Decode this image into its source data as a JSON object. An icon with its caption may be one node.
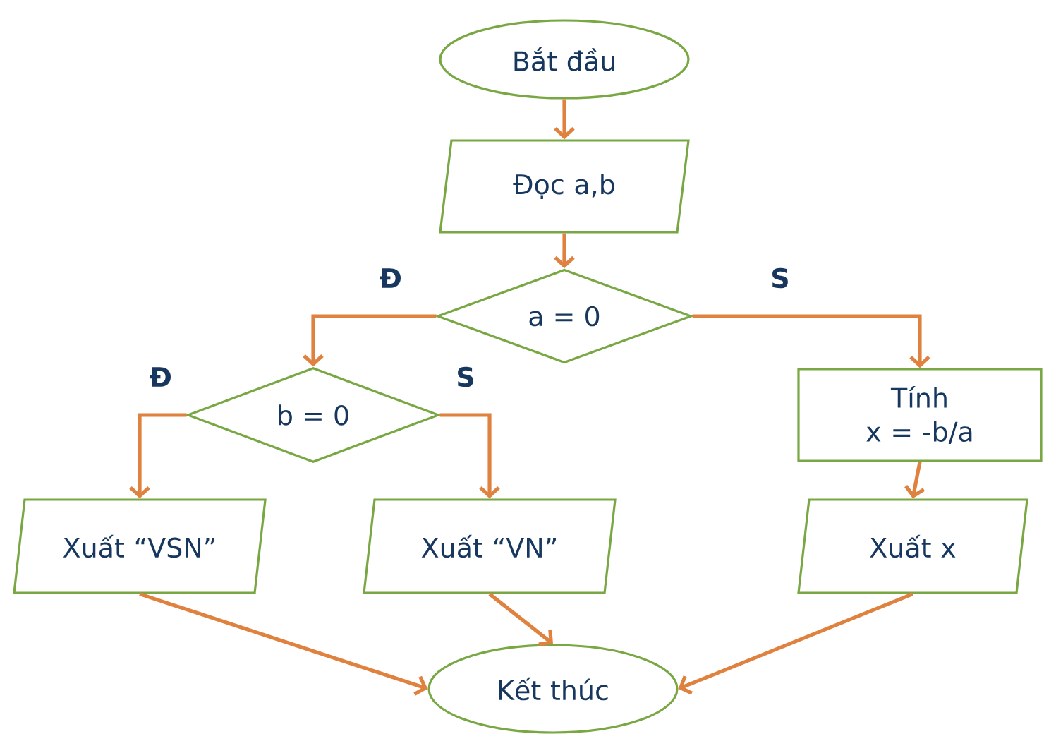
{
  "diagram": {
    "nodes": [
      {
        "text": [
          "Bắt đầu"
        ]
      },
      {
        "text": [
          "Đọc a,b"
        ]
      },
      {
        "text": [
          "a = 0"
        ]
      },
      {
        "text": [
          "b = 0"
        ]
      },
      {
        "text": [
          "Tính x = -b/a"
        ]
      },
      {
        "text": [
          "Xuất “VSN”"
        ]
      },
      {
        "text": [
          "Xuất “VN”"
        ]
      },
      {
        "text": [
          "Xuất x"
        ]
      },
      {
        "text": [
          "Kết thúc"
        ]
      }
    ],
    "edges": [
      {
        "from": 0,
        "to": 1,
        "arrow": "to"
      },
      {
        "from": 1,
        "to": 2,
        "arrow": "to"
      },
      {
        "from": 2,
        "to": 3,
        "arrow": "to",
        "label": "Đ"
      },
      {
        "from": 2,
        "to": 4,
        "arrow": "to",
        "label": "S"
      },
      {
        "from": 3,
        "to": 5,
        "arrow": "to",
        "label": "Đ"
      },
      {
        "from": 3,
        "to": 6,
        "arrow": "to",
        "label": "S"
      },
      {
        "from": 4,
        "to": 7,
        "arrow": "to"
      },
      {
        "from": 5,
        "to": 8,
        "arrow": "to"
      },
      {
        "from": 6,
        "to": 8,
        "arrow": "to"
      },
      {
        "from": 7,
        "to": 8,
        "arrow": "to"
      }
    ]
  }
}
